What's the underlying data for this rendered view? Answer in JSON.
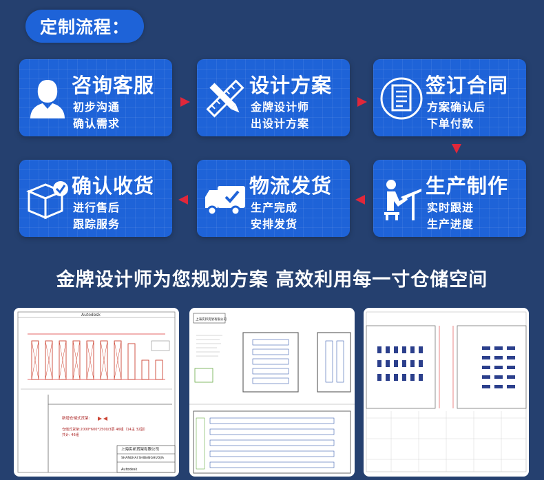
{
  "header": {
    "title": "定制流程："
  },
  "steps": [
    {
      "title": "咨询客服",
      "line1": "初步沟通",
      "line2": "确认需求",
      "icon": "customer-service-person-icon"
    },
    {
      "title": "设计方案",
      "line1": "金牌设计师",
      "line2": "出设计方案",
      "icon": "pencil-ruler-icon"
    },
    {
      "title": "签订合同",
      "line1": "方案确认后",
      "line2": "下单付款",
      "icon": "contract-document-icon"
    },
    {
      "title": "生产制作",
      "line1": "实时跟进",
      "line2": "生产进度",
      "icon": "worker-at-desk-icon"
    },
    {
      "title": "物流发货",
      "line1": "生产完成",
      "line2": "安排发货",
      "icon": "delivery-truck-check-icon"
    },
    {
      "title": "确认收货",
      "line1": "进行售后",
      "line2": "跟踪服务",
      "icon": "package-check-icon"
    }
  ],
  "slogan": "金牌设计师为您规划方案 高效利用每一寸仓储空间",
  "drawings": [
    {
      "name": "warehouse-rack-drawing-1",
      "header": "Autodesk",
      "note1": "新增仓储式货架:",
      "note2": "仓储式货架:2000*600*2500/3层 46组（14主 32副）",
      "note3": "共计: 46组",
      "company_cn": "上海实邦货架有限公司",
      "company_en": "SHANGHAI SHIBANGHUOJIA",
      "corner": "Autodesk"
    },
    {
      "name": "office-layout-drawing-2",
      "title_box": "上海实邦货架有限公司"
    },
    {
      "name": "shelf-layout-drawing-3"
    }
  ],
  "colors": {
    "background": "#25406f",
    "card": "#1e63d8",
    "arrow": "#e0273a",
    "text": "#ffffff"
  }
}
